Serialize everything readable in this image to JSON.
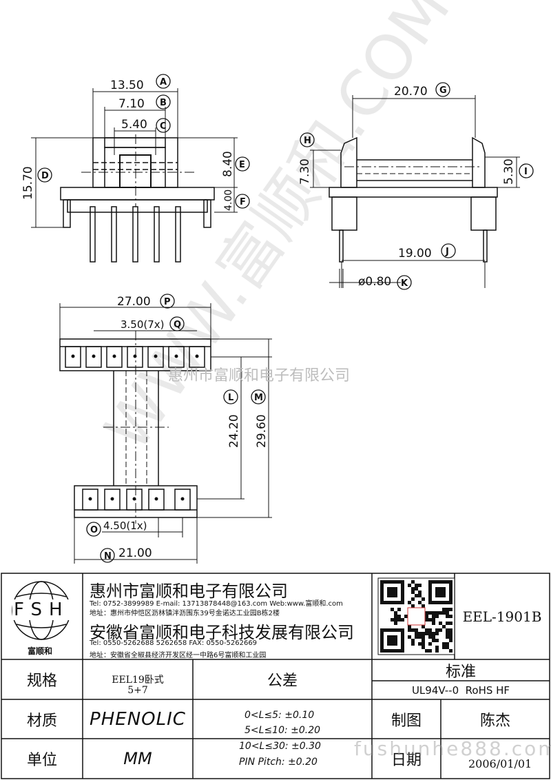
{
  "drawing": {
    "top_view": {
      "A": {
        "value": "13.50",
        "tag": "A"
      },
      "B": {
        "value": "7.10",
        "tag": "B"
      },
      "C": {
        "value": "5.40",
        "tag": "C"
      },
      "D": {
        "value": "15.70",
        "tag": "D"
      },
      "E": {
        "value": "8.40",
        "tag": "E"
      },
      "F": {
        "value": "4.00",
        "tag": "F"
      }
    },
    "side_view": {
      "G": {
        "value": "20.70",
        "tag": "G"
      },
      "H": {
        "value": "7.30",
        "tag": "H"
      },
      "I": {
        "value": "5.30",
        "tag": "I"
      },
      "J": {
        "value": "19.00",
        "tag": "J"
      },
      "K": {
        "value": "ø0.80",
        "tag": "K"
      }
    },
    "bottom_view": {
      "P": {
        "value": "27.00",
        "tag": "P"
      },
      "Q": {
        "value": "3.50(7x)",
        "tag": "Q"
      },
      "L": {
        "value": "24.20",
        "tag": "L"
      },
      "M": {
        "value": "29.60",
        "tag": "M"
      },
      "O": {
        "value": "4.50(1x)",
        "tag": "O"
      },
      "N": {
        "value": "21.00",
        "tag": "N"
      }
    },
    "watermark_company": "惠州市富顺和电子有限公司"
  },
  "title_block": {
    "logo_text": "FSH",
    "logo_caption": "富顺和",
    "company1": {
      "name": "惠州市富顺和电子有限公司",
      "tel": "Tel:  0752-3899989  E-mail: 13713878448@163.com  Web:www.富顺和.com",
      "addr": "地址：惠州市仲恺区沥林镇泮沥围东39号金诺达工业园B栋2楼"
    },
    "company2": {
      "name": "安徽省富顺和电子科技发展有限公司",
      "tel": "Tel:  0550-5262688  5262658      FAX: 0550-5262669",
      "addr": "地址：安徽省全椒县经济开发区经一中路6号富顺和工业园"
    },
    "part_no": "EEL-1901B",
    "labels": {
      "spec": "规格",
      "material": "材质",
      "unit": "单位",
      "tolerance": "公差",
      "standard": "标准",
      "drawn": "制图",
      "date": "日期"
    },
    "spec_line1": "EEL19卧式",
    "spec_line2": "5+7",
    "material_value": "PHENOLIC",
    "unit_value": "MM",
    "tolerances": [
      "0<L≤5: ±0.10",
      "5<L≤10: ±0.20",
      "10<L≤30: ±0.30",
      "PIN Pitch: ±0.20"
    ],
    "standard_value": "UL94V--0  RoHS HF",
    "drawn_by": "陈杰",
    "date_value": "2006/01/01",
    "website_watermark": "fushunhe888.com"
  }
}
